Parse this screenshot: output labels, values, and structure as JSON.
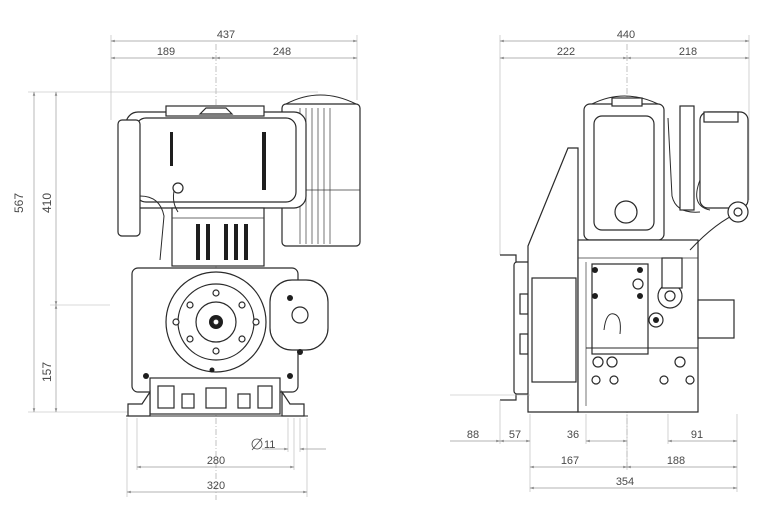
{
  "front_view": {
    "overall_width": "437",
    "left_offset": "189",
    "right_offset": "248",
    "total_height": "567",
    "height_410": "410",
    "height_157": "157",
    "foot_span": "280",
    "base_width": "320",
    "hole_diameter": "11"
  },
  "side_view": {
    "overall_width": "440",
    "left_offset": "222",
    "right_offset": "218",
    "overhang_88": "88",
    "dim_57": "57",
    "dim_36": "36",
    "dim_91": "91",
    "dim_167": "167",
    "dim_188": "188",
    "base_length": "354"
  },
  "colors": {
    "dimension_line": "#9a9a9a",
    "outline": "#2a2a2a",
    "text": "#4a4a4a"
  }
}
